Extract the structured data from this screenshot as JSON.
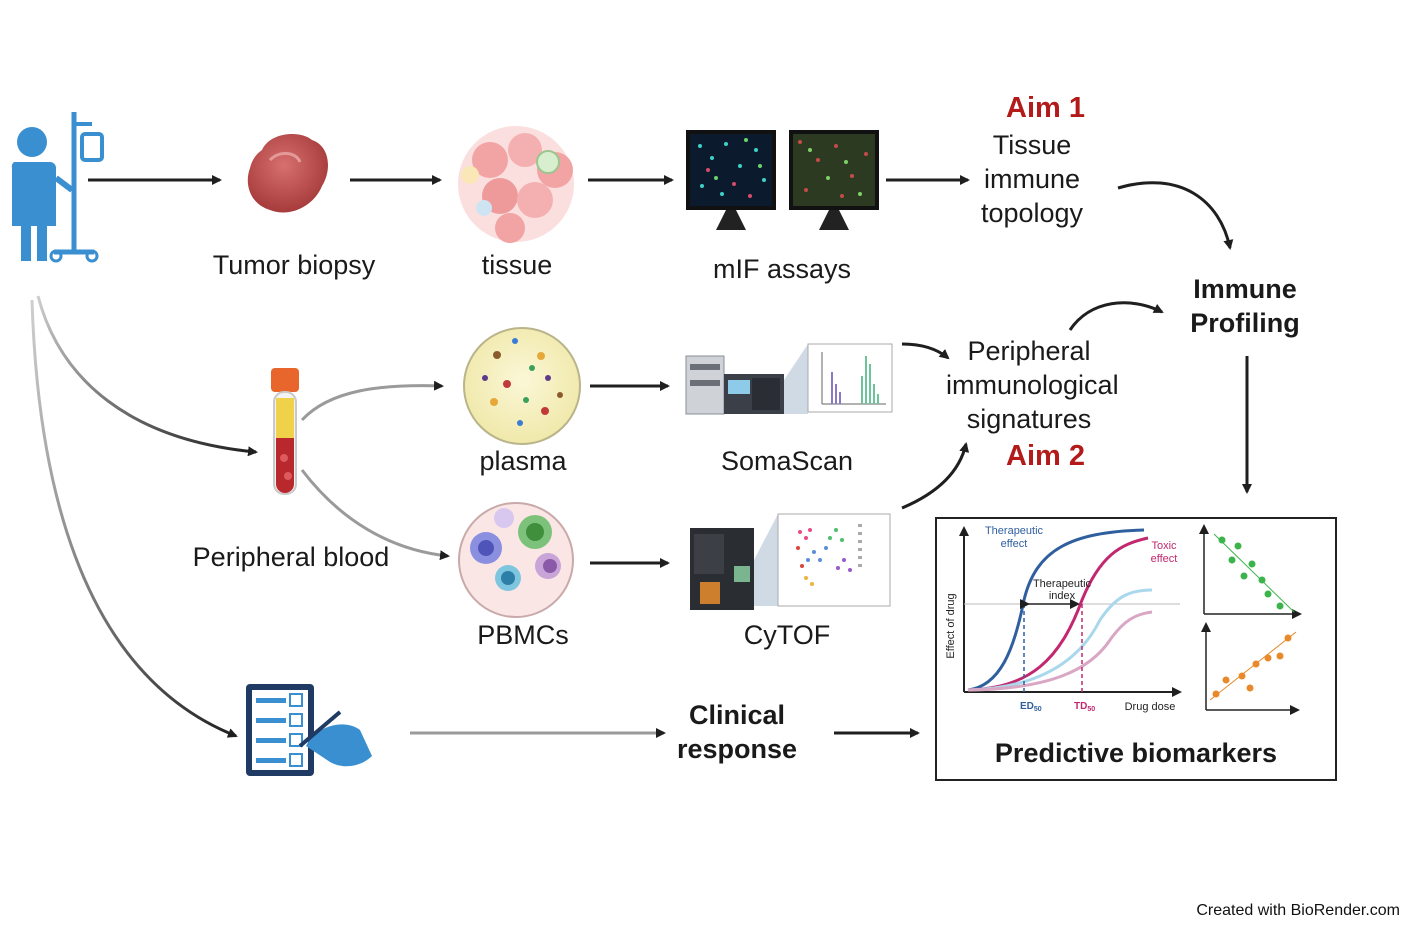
{
  "labels": {
    "tumor_biopsy": "Tumor biopsy",
    "tissue": "tissue",
    "mif_assays": "mIF assays",
    "aim1": "Aim 1",
    "tissue_topology": [
      "Tissue",
      "immune",
      "topology"
    ],
    "immune_profiling": [
      "Immune",
      "Profiling"
    ],
    "plasma": "plasma",
    "somascan": "SomaScan",
    "peripheral_signatures": [
      "Peripheral",
      "immunological",
      "signatures"
    ],
    "aim2": "Aim 2",
    "peripheral_blood": "Peripheral blood",
    "pbmcs": "PBMCs",
    "cytof": "CyTOF",
    "clinical_response": [
      "Clinical",
      "response"
    ],
    "predictive_biomarkers": "Predictive biomarkers"
  },
  "dose_chart": {
    "ylabel": "Effect of drug",
    "xlabel": "Drug dose",
    "therapeutic_effect": [
      "Therapeutic",
      "effect"
    ],
    "toxic_effect": [
      "Toxic",
      "effect"
    ],
    "therapeutic_index": [
      "Therapeutic",
      "index"
    ],
    "ed50": "ED",
    "td50": "TD",
    "subscript": "50"
  },
  "colors": {
    "aim_red": "#b31b1b",
    "patient_blue": "#3a8fd0",
    "therapeutic_curve": "#2f5f9e",
    "toxic_curve": "#c2286f",
    "scatter_green": "#3cb44b",
    "scatter_orange": "#e8892b"
  },
  "footer": "Created with BioRender.com"
}
